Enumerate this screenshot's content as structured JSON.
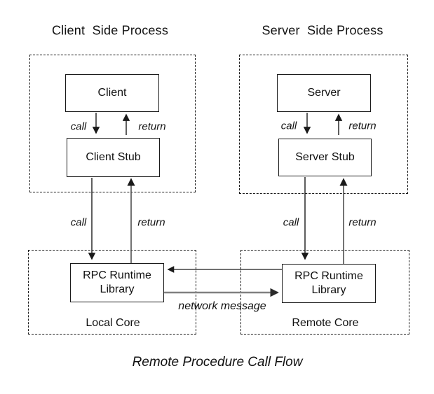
{
  "headers": {
    "client": "Client  Side Process",
    "server": "Server  Side Process"
  },
  "boxes": {
    "client": "Client",
    "client_stub": "Client Stub",
    "server": "Server",
    "server_stub": "Server Stub",
    "rpc_runtime_local": "RPC Runtime Library",
    "rpc_runtime_remote": "RPC Runtime Library"
  },
  "labels": {
    "call": "call",
    "return": "return",
    "network_message": "network message",
    "local_core": "Local Core",
    "remote_core": "Remote Core"
  },
  "caption": "Remote Procedure Call Flow",
  "colors": {
    "line": "#1a1a1a",
    "network_call_line": "#808080",
    "background": "#ffffff"
  }
}
